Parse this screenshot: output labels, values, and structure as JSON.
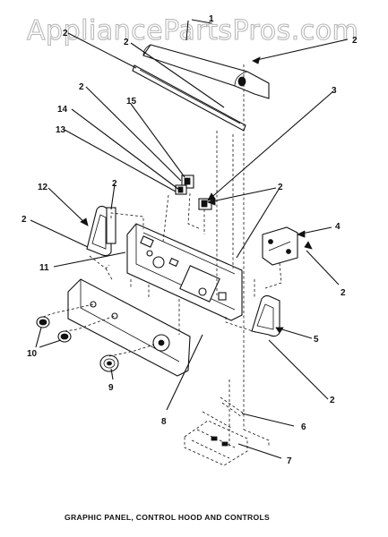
{
  "watermark": "AppliancePartsPros.com",
  "caption": "GRAPHIC PANEL, CONTROL HOOD AND CONTROLS",
  "callouts": {
    "c1": "1",
    "c2a": "2",
    "c2b": "2",
    "c2c": "2",
    "c2d": "2",
    "c2e": "2",
    "c2f": "2",
    "c2g": "2",
    "c2h": "2",
    "c2i": "2",
    "c3": "3",
    "c4": "4",
    "c5": "5",
    "c6": "6",
    "c7": "7",
    "c8": "8",
    "c9": "9",
    "c10": "10",
    "c11": "11",
    "c12": "12",
    "c13": "13",
    "c14": "14",
    "c15": "15"
  }
}
